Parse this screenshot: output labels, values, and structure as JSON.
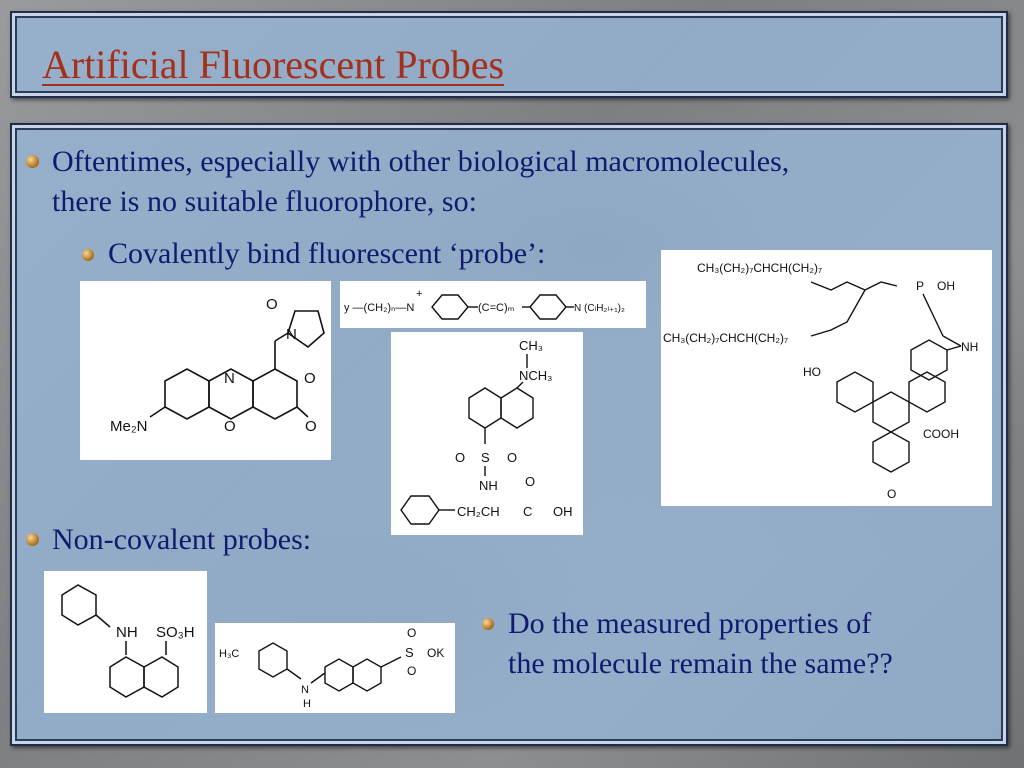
{
  "slide": {
    "title": "Artificial Fluorescent Probes",
    "bullets": [
      {
        "text_line1": "Oftentimes, especially with other biological macromolecules,",
        "text_line2": "there is no suitable fluorophore, so:"
      },
      {
        "text": "Covalently bind fluorescent ‘probe’:"
      },
      {
        "text": "Non-covalent probes:"
      },
      {
        "text_line1": "Do the measured properties of",
        "text_line2": "the molecule remain the same??"
      }
    ]
  },
  "structures": {
    "nile_red_maleimide": {
      "label": "Me₂N",
      "o1": "O",
      "o2": "O",
      "o3": "O",
      "n1": "N",
      "n2": "N",
      "o4": "O"
    },
    "pyridinium_dye": {
      "label": "y —(CH₂)ₙ—N",
      "mid": "(C=C)ₘ",
      "end": "N (CₗH₂ₗ₊₁)₂",
      "charge": "+"
    },
    "dansyl": {
      "ch3": "CH₃",
      "nch3": "NCH₃",
      "so2_o1": "O",
      "s": "S",
      "so2_o2": "O",
      "nh": "NH",
      "o": "O",
      "ch2ch": "CH₂CH",
      "c": "C",
      "oh": "OH"
    },
    "fluorescein_lipid": {
      "chain1": "CH₃(CH₂)₇CHCH(CH₂)₇",
      "chain2": "CH₃(CH₂)₇CHCH(CH₂)₇",
      "p": "P",
      "oh": "OH",
      "o": "O",
      "nh": "NH",
      "ho": "HO",
      "cooh": "COOH"
    },
    "ans": {
      "nh": "NH",
      "so3h": "SO₃H"
    },
    "tns": {
      "h3c": "H₃C",
      "n": "N",
      "h": "H",
      "ok": "OK",
      "s": "S",
      "o": "O"
    }
  }
}
